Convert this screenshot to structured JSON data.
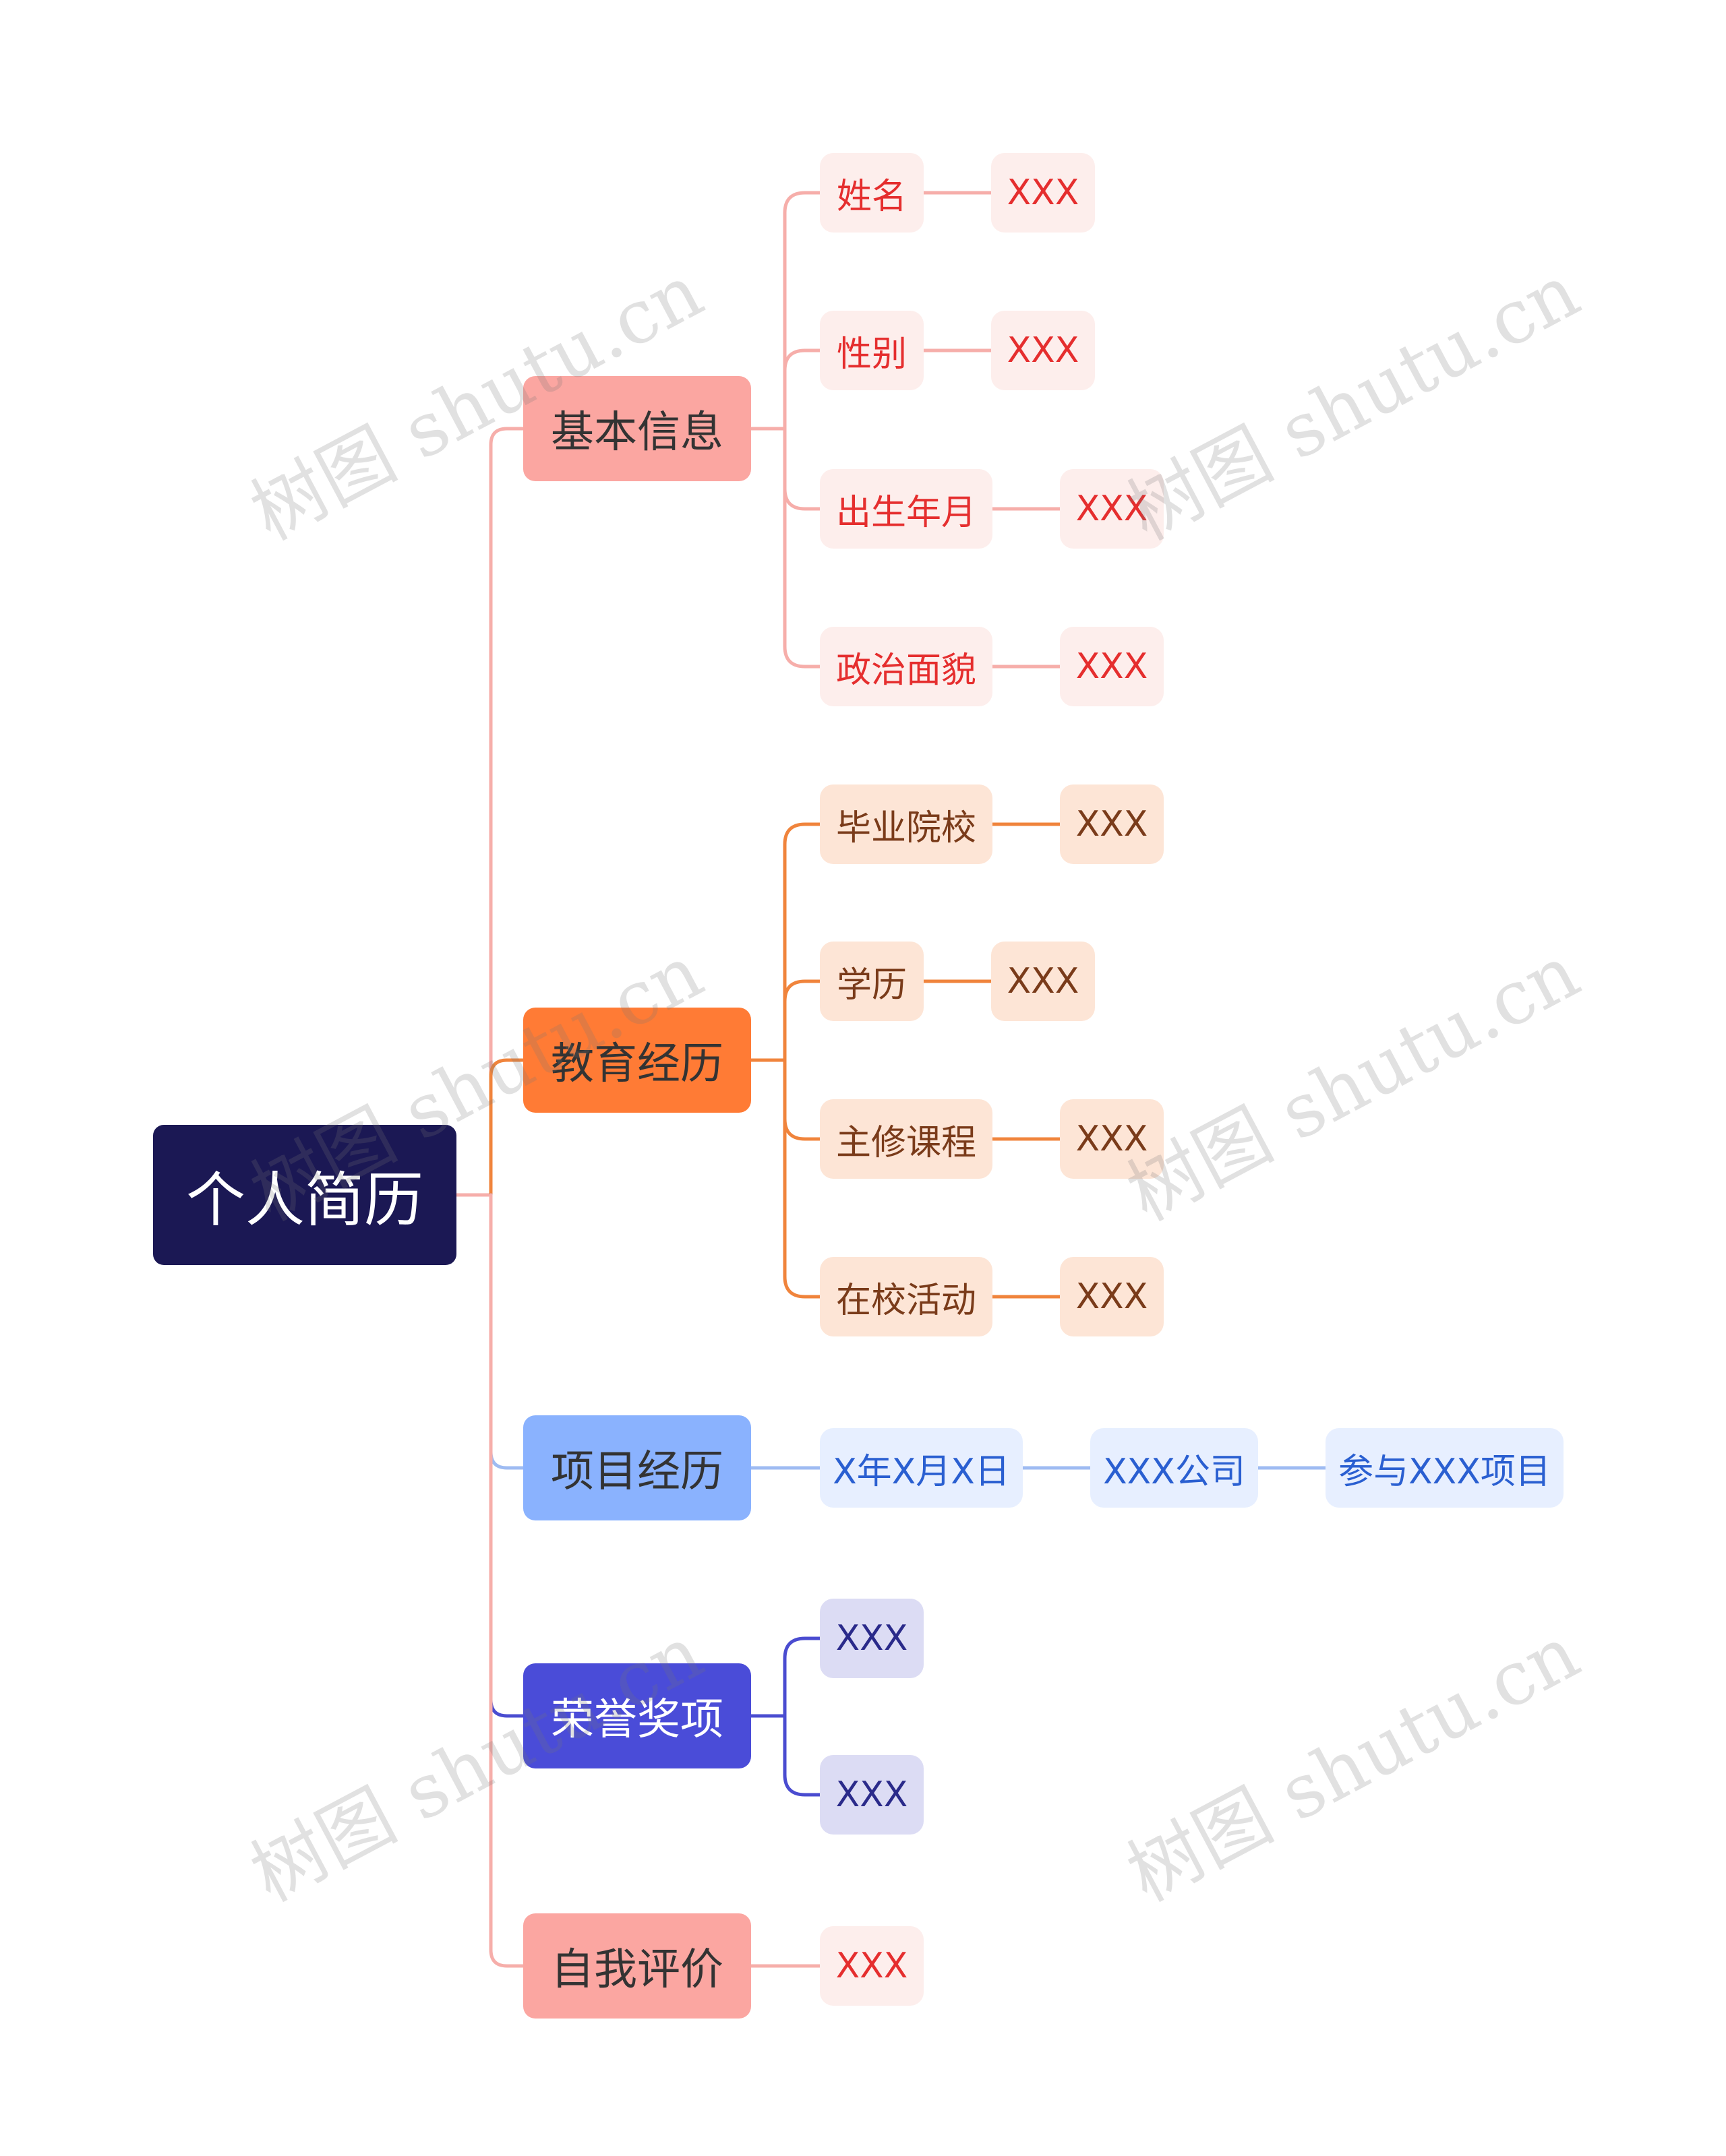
{
  "root": {
    "label": "个人简历",
    "bg": "#1b1854",
    "color": "#ffffff"
  },
  "sections": [
    {
      "key": "basic",
      "label": "基本信息",
      "colors": {
        "branch_bg": "#fba6a1",
        "branch_text": "#333333",
        "line": "#f6aeaa",
        "leaf_bg": "#fdeeec",
        "leaf_text": "#e52e2e"
      },
      "items": [
        {
          "key": "name",
          "label": "姓名",
          "chain": [
            "XXX"
          ]
        },
        {
          "key": "gender",
          "label": "性别",
          "chain": [
            "XXX"
          ]
        },
        {
          "key": "birth",
          "label": "出生年月",
          "chain": [
            "XXX"
          ]
        },
        {
          "key": "political",
          "label": "政治面貌",
          "chain": [
            "XXX"
          ]
        }
      ]
    },
    {
      "key": "education",
      "label": "教育经历",
      "colors": {
        "branch_bg": "#ff7b35",
        "branch_text": "#333333",
        "line": "#f0843c",
        "leaf_bg": "#fde5d6",
        "leaf_text": "#7a3b1a"
      },
      "items": [
        {
          "key": "school",
          "label": "毕业院校",
          "chain": [
            "XXX"
          ]
        },
        {
          "key": "degree",
          "label": "学历",
          "chain": [
            "XXX"
          ]
        },
        {
          "key": "courses",
          "label": "主修课程",
          "chain": [
            "XXX"
          ]
        },
        {
          "key": "activities",
          "label": "在校活动",
          "chain": [
            "XXX"
          ]
        }
      ]
    },
    {
      "key": "project",
      "label": "项目经历",
      "colors": {
        "branch_bg": "#8ab2fe",
        "branch_text": "#333333",
        "line": "#9ebbf2",
        "leaf_bg": "#e7efff",
        "leaf_text": "#2a5fd1"
      },
      "items": [
        {
          "key": "date",
          "label": "X年X月X日",
          "chain": [
            "XXX公司",
            "参与XXX项目"
          ]
        }
      ]
    },
    {
      "key": "honors",
      "label": "荣誉奖项",
      "colors": {
        "branch_bg": "#4a4cd8",
        "branch_text": "#ffffff",
        "line": "#4a4cd0",
        "leaf_bg": "#dcdcf4",
        "leaf_text": "#2a2a8a"
      },
      "items": [
        {
          "key": "honor1",
          "label": "XXX",
          "chain": []
        },
        {
          "key": "honor2",
          "label": "XXX",
          "chain": []
        }
      ]
    },
    {
      "key": "self",
      "label": "自我评价",
      "colors": {
        "branch_bg": "#fba6a1",
        "branch_text": "#333333",
        "line": "#f6aeaa",
        "leaf_bg": "#fdeeec",
        "leaf_text": "#e52e2e"
      },
      "items": [
        {
          "key": "eval",
          "label": "XXX",
          "chain": []
        }
      ]
    }
  ],
  "root_line_color": "#f6aeaa",
  "watermark": {
    "text": "树图 shutu.cn"
  }
}
